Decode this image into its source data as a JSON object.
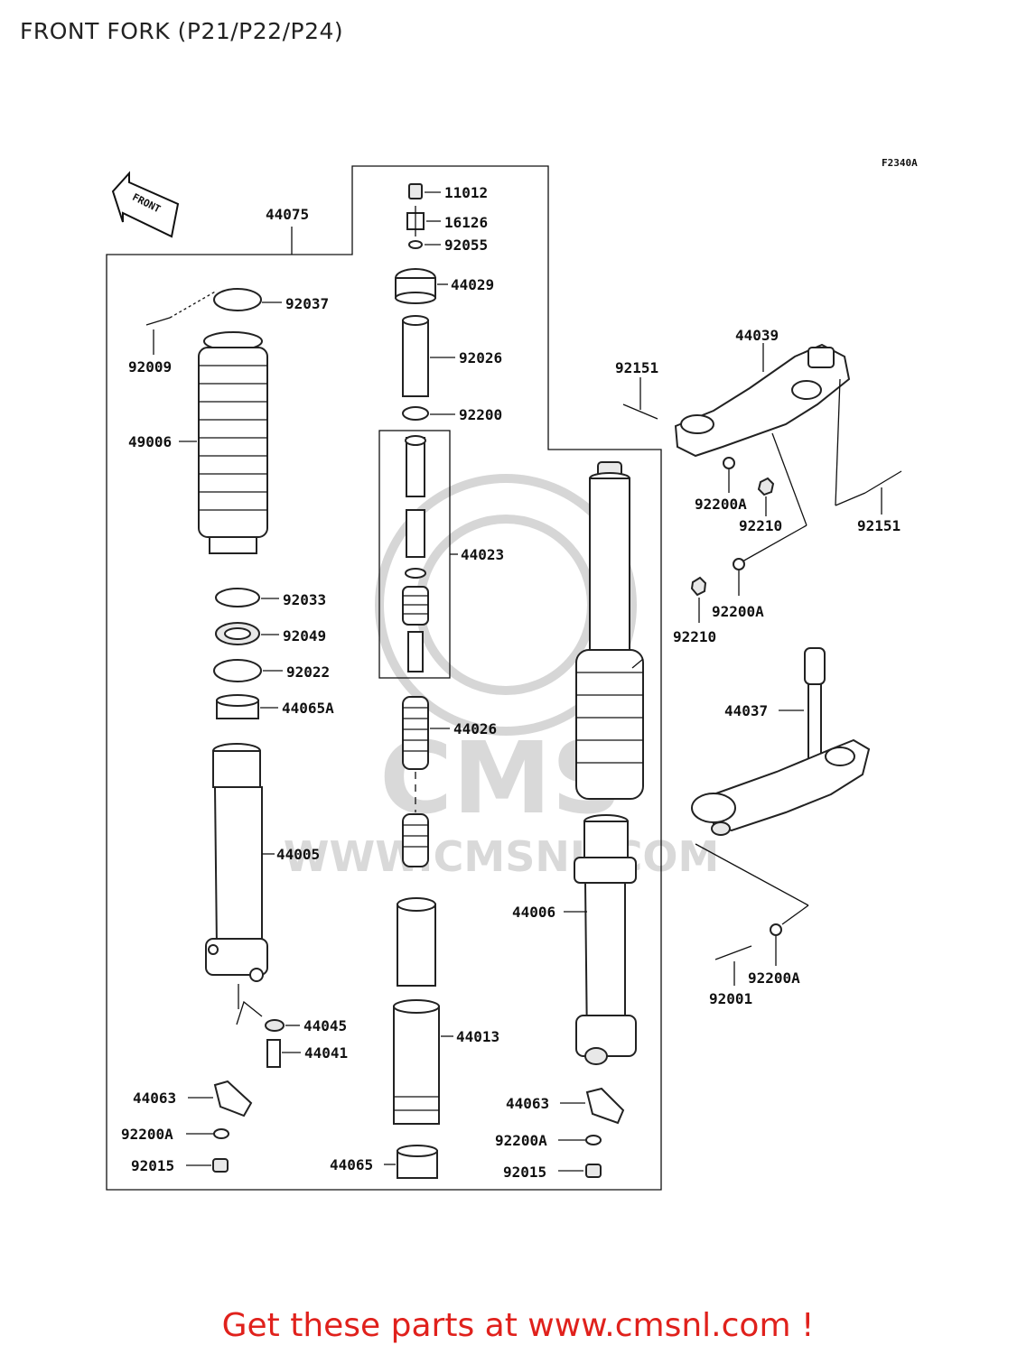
{
  "title": "FRONT FORK (P21/P22/P24)",
  "diagram_ref": "F2340A",
  "front_arrow_label": "FRONT",
  "watermark": {
    "brand": "CMS",
    "url": "WWW.CMSNL.COM"
  },
  "footer_link": "Get these parts at www.cmsnl.com !",
  "parts": {
    "p44075": "44075",
    "p11012": "11012",
    "p16126": "16126",
    "p92055": "92055",
    "p44029": "44029",
    "p92037": "92037",
    "p92009": "92009",
    "p92026": "92026",
    "p92200": "92200",
    "p49006": "49006",
    "p44023": "44023",
    "p92033": "92033",
    "p92049": "92049",
    "p92022": "92022",
    "p44065A": "44065A",
    "p44026": "44026",
    "p44005": "44005",
    "p44006": "44006",
    "p44045": "44045",
    "p44041": "44041",
    "p44013": "44013",
    "p44063_l": "44063",
    "p92200A_l": "92200A",
    "p92015_l": "92015",
    "p44065": "44065",
    "p44063_r": "44063",
    "p92200A_r": "92200A",
    "p92015_r": "92015",
    "p44039": "44039",
    "p92151_a": "92151",
    "p92200A_a": "92200A",
    "p92210_a": "92210",
    "p92151_b": "92151",
    "p92200A_b": "92200A",
    "p92210_b": "92210",
    "p44037": "44037",
    "p92001": "92001",
    "p92200A_c": "92200A"
  }
}
